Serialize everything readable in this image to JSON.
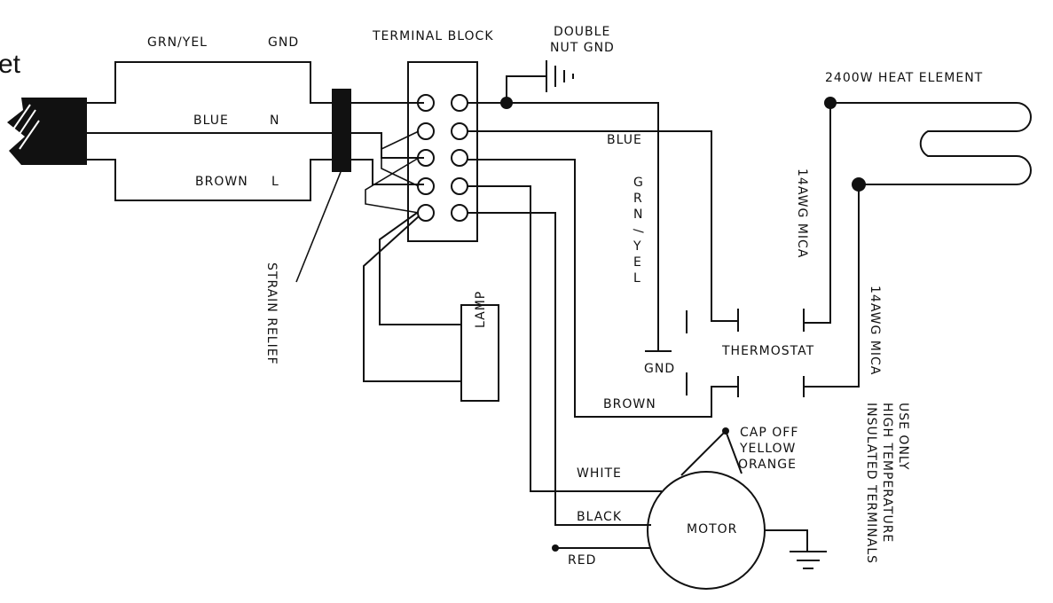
{
  "labels": {
    "corner": "et",
    "grn_yel_top": "GRN/YEL",
    "gnd_top": "GND",
    "terminal_block": "TERMINAL BLOCK",
    "double_nut_line1": "DOUBLE",
    "double_nut_line2": "NUT GND",
    "blue_left": "BLUE",
    "n_label": "N",
    "brown_left": "BROWN",
    "l_label": "L",
    "blue_right": "BLUE",
    "heat_element": "2400W HEAT ELEMENT",
    "grn_yel_vertical": "GRN/YEL",
    "mica_1": "14AWG MICA",
    "mica_2": "14AWG MICA",
    "strain_relief": "STRAIN RELIEF",
    "lamp": "LAMP",
    "gnd_bottom": "GND",
    "thermostat": "THERMOSTAT",
    "brown_bottom": "BROWN",
    "cap_off": "CAP OFF",
    "yellow": "YELLOW",
    "orange": "ORANGE",
    "white": "WHITE",
    "black": "BLACK",
    "red": "RED",
    "motor": "MOTOR",
    "note_line1": "USE ONLY",
    "note_line2": "HIGH TEMPERATURE",
    "note_line3": "INSULATED TERMINALS"
  },
  "colors": {
    "line": "#111111",
    "background": "#ffffff"
  }
}
